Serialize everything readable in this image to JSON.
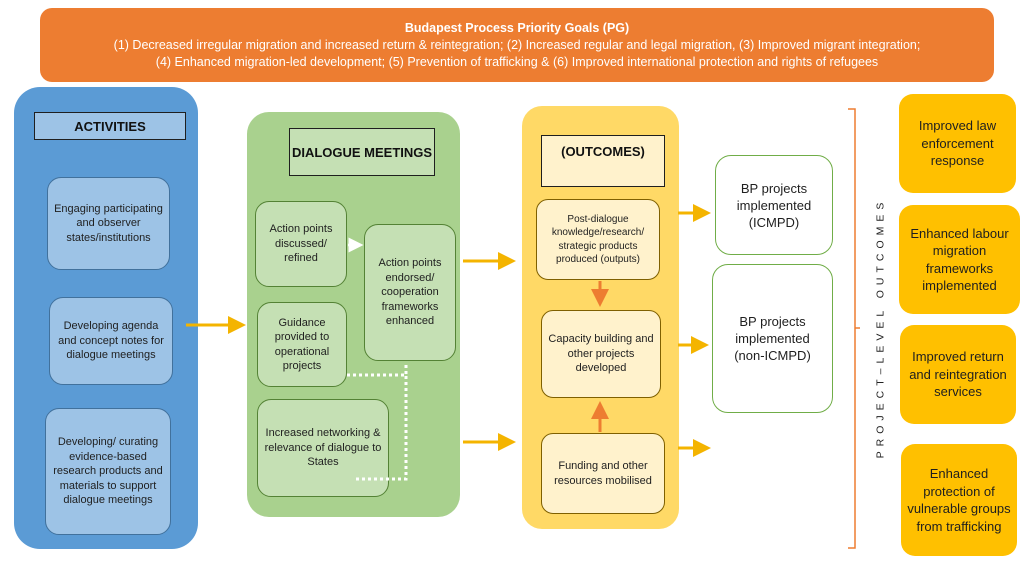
{
  "banner": {
    "title": "Budapest Process Priority Goals (PG)",
    "line1": "(1) Decreased irregular migration and increased return & reintegration; (2) Increased regular and legal migration, (3) Improved migrant integration;",
    "line2": "(4) Enhanced migration-led development; (5) Prevention of trafficking & (6) Improved international protection and rights of refugees"
  },
  "activities": {
    "heading": "ACTIVITIES",
    "items": [
      "Engaging participating and observer states/institutions",
      "Developing agenda and concept notes for dialogue meetings",
      "Developing/ curating evidence-based research products and materials to support dialogue meetings"
    ]
  },
  "dialogue": {
    "heading": "DIALOGUE MEETINGS",
    "items": [
      "Action points discussed/ refined",
      "Guidance provided to operational projects",
      "Increased networking & relevance of dialogue to States",
      "Action points endorsed/ cooperation frameworks enhanced"
    ]
  },
  "outcomes": {
    "heading": "(OUTCOMES)",
    "items": [
      "Post-dialogue knowledge/research/ strategic products produced (outputs)",
      "Capacity building and other projects developed",
      "Funding and other resources mobilised"
    ]
  },
  "projects": [
    "BP projects implemented (ICMPD)",
    "BP projects implemented (non-ICMPD)"
  ],
  "project_level_label": "PROJECT–LEVEL OUTCOMES",
  "results": [
    "Improved law enforcement response",
    "Enhanced labour migration frameworks implemented",
    "Improved return and reintegration services",
    "Enhanced protection of vulnerable groups from trafficking"
  ],
  "colors": {
    "banner": "#ed7d31",
    "activities": "#5b9bd5",
    "dialogue": "#a9d18e",
    "outcomes": "#ffd966",
    "results": "#ffc000",
    "arrow": "#f4b400",
    "inner_arrow": "#ed7d31"
  }
}
